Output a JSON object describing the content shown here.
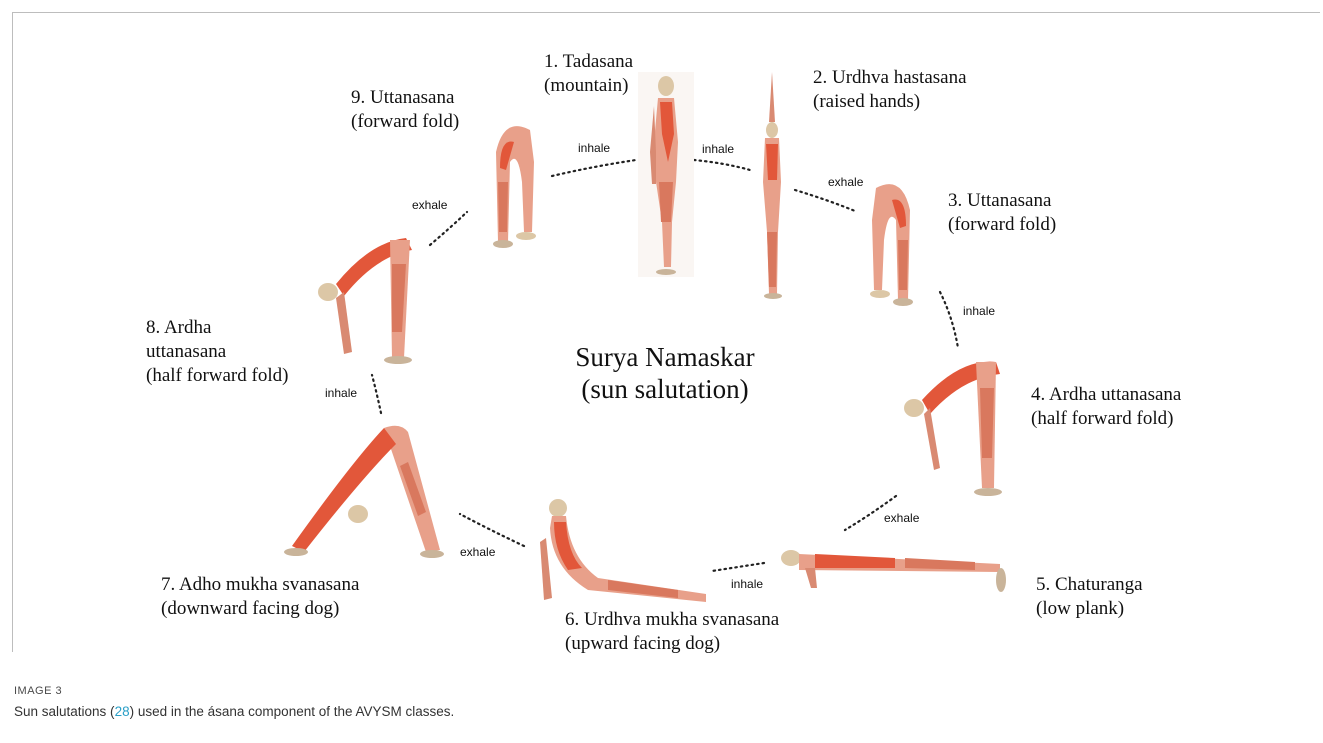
{
  "diagram": {
    "title_line1": "Surya Namaskar",
    "title_line2": "(sun salutation)",
    "poses": [
      {
        "name": "1. Tadasana",
        "desc": "(mountain)"
      },
      {
        "name": "2. Urdhva hastasana",
        "desc": "(raised hands)"
      },
      {
        "name": "3. Uttanasana",
        "desc": "(forward fold)"
      },
      {
        "name": "4. Ardha uttanasana",
        "desc": "(half forward fold)"
      },
      {
        "name": "5. Chaturanga",
        "desc": "(low plank)"
      },
      {
        "name": "6. Urdhva mukha svanasana",
        "desc": "(upward facing dog)"
      },
      {
        "name": "7. Adho mukha svanasana",
        "desc": "(downward facing dog)"
      },
      {
        "name": "8. Ardha",
        "desc_line2": "uttanasana",
        "desc": "(half forward fold)"
      },
      {
        "name": "9. Uttanasana",
        "desc": "(forward fold)"
      }
    ],
    "breaths": [
      "inhale",
      "inhale",
      "exhale",
      "inhale",
      "exhale",
      "inhale",
      "exhale",
      "inhale",
      "exhale"
    ],
    "colors": {
      "muscle": "#e2573a",
      "muscle_dark": "#b23a24",
      "skin": "#e8c9b6",
      "bone": "#dcc7a6"
    }
  },
  "caption": {
    "label": "IMAGE 3",
    "text_before": "Sun salutations (",
    "ref": "28",
    "text_after": ") used in the ásana component of the AVYSM classes."
  }
}
